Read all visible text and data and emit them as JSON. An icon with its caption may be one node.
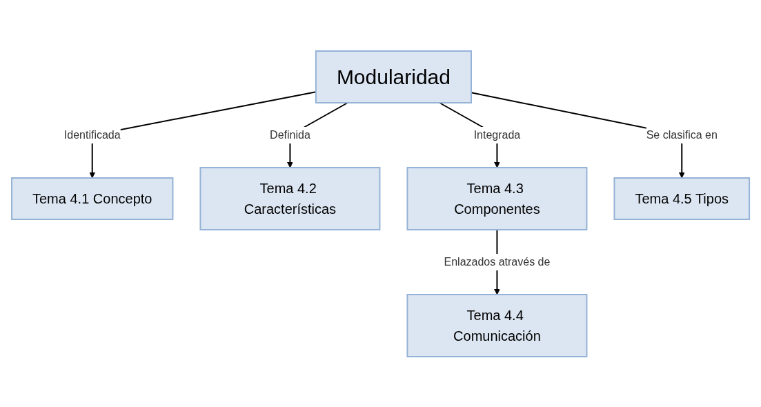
{
  "diagram": {
    "nodes": [
      {
        "text": [
          "Modularidad"
        ]
      },
      {
        "text": [
          "Tema 4.1 Concepto"
        ]
      },
      {
        "text": [
          "Tema 4.2 Características"
        ]
      },
      {
        "text": [
          "Tema 4.3 Componentes"
        ]
      },
      {
        "text": [
          "Tema 4.5 Tipos"
        ]
      },
      {
        "text": [
          "Tema 4.4 Comunicación"
        ]
      }
    ],
    "edges": [
      {
        "from": 0,
        "to": 1,
        "arrow": "to",
        "label": "Identificada"
      },
      {
        "from": 0,
        "to": 2,
        "arrow": "to",
        "label": "Definida"
      },
      {
        "from": 0,
        "to": 3,
        "arrow": "to",
        "label": "Integrada"
      },
      {
        "from": 0,
        "to": 4,
        "arrow": "to",
        "label": "Se clasifica en"
      },
      {
        "from": 3,
        "to": 5,
        "arrow": "to",
        "label": "Enlazados através de"
      }
    ]
  }
}
